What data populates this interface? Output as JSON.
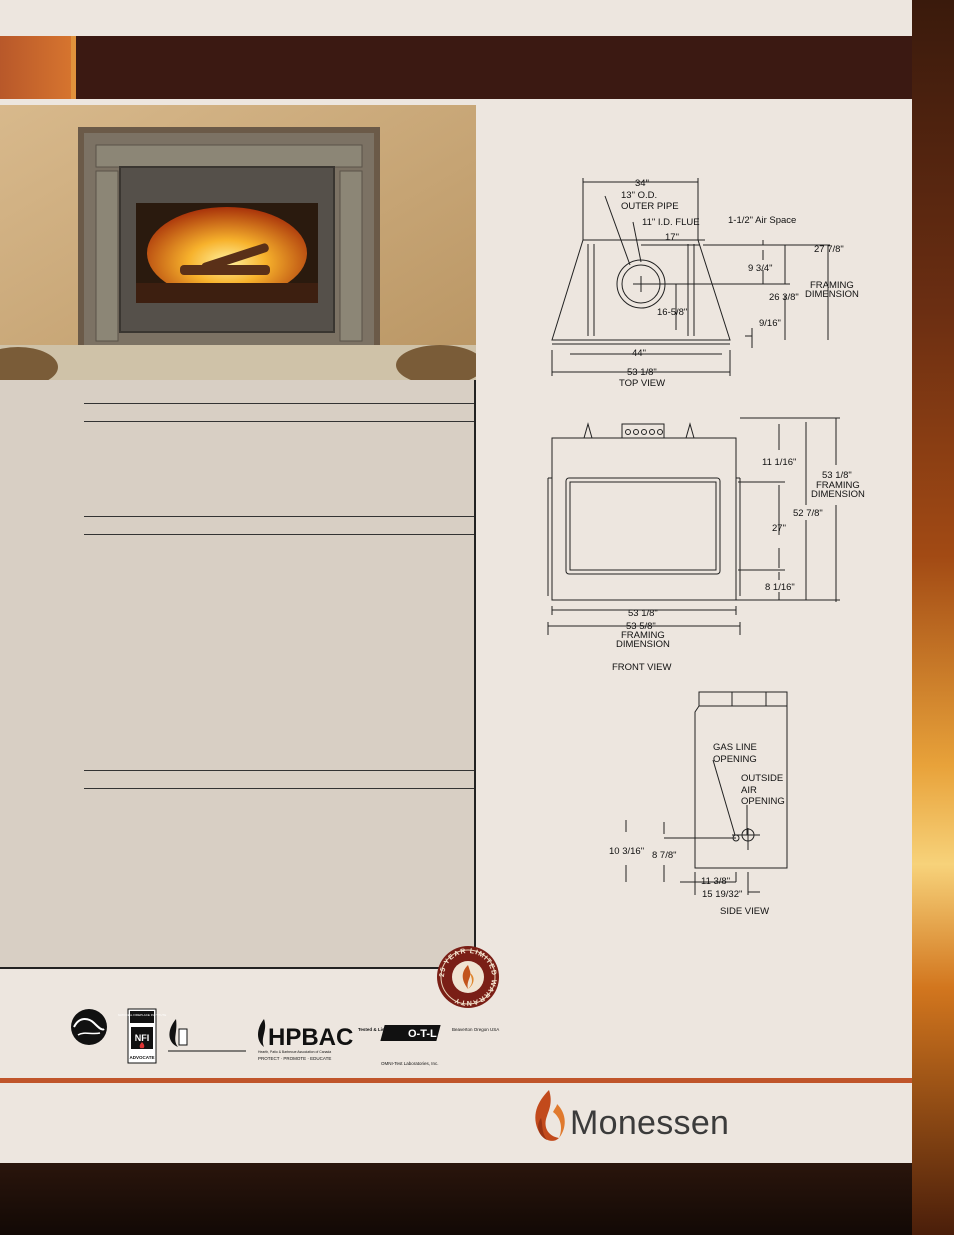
{
  "top_view": {
    "dim_34": "34\"",
    "outer_pipe": "13\" O.D.",
    "outer_pipe_2": "OUTER PIPE",
    "flue": "11\" I.D. FLUE",
    "dim_17": "17\"",
    "air_space": "1-1/2\" Air Space",
    "dim_9_3_4": "9 3/4\"",
    "dim_27_7_8": "27 7/8\"",
    "framing_1": "FRAMING",
    "dimension_1": "DIMENSION",
    "dim_26_3_8": "26 3/8\"",
    "dim_16_5_8": "16-5/8\"",
    "dim_9_16": "9/16\"",
    "dim_44": "44\"",
    "dim_53_1_8": "53 1/8\"",
    "label": "TOP VIEW"
  },
  "front_view": {
    "dim_11_1_16": "11 1/16\"",
    "dim_53_1_8_h": "53 1/8\"",
    "framing": "FRAMING",
    "dimension": "DIMENSION",
    "dim_52_7_8": "52 7/8\"",
    "dim_27": "27\"",
    "dim_8_1_16": "8 1/16\"",
    "dim_53_1_8_w": "53 1/8\"",
    "dim_53_5_8": "53 5/8\"",
    "framing_2": "FRAMING",
    "dimension_2": "DIMENSION",
    "label": "FRONT VIEW"
  },
  "side_view": {
    "gas_line_1": "GAS LINE",
    "gas_line_2": "OPENING",
    "outside_1": "OUTSIDE",
    "outside_2": "AIR",
    "outside_3": "OPENING",
    "dim_10_3_16": "10 3/16\"",
    "dim_8_7_8": "8 7/8\"",
    "dim_11_3_8": "11 3/8\"",
    "dim_15_19_32": "15 19/32\"",
    "label": "SIDE VIEW"
  },
  "brand": {
    "name": "Monessen"
  },
  "logos": {
    "nfi": "NATIONAL FIREPLACE INSTITUTE",
    "nfi_abbr": "NFI",
    "nfi_sub": "ADVOCATE",
    "hpbac": "HPBAC",
    "hpbac_sub": "Hearth, Patio & Barbecue Association of Canada",
    "hpbac_tag": "PROTECT · PROMOTE · EDUCATE",
    "otl_tested": "Tested & Listed By",
    "otl": "O-T-L",
    "otl_loc": "Beaverton Oregon USA",
    "otl_name": "OMNI-Test Laboratories, Inc."
  },
  "warranty": {
    "text": "25 YEAR LIMITED WARRANTY"
  },
  "colors": {
    "header": "#3b1912",
    "accent": "#d8762f",
    "panel": "#d8cfc4",
    "page": "#ede6df"
  }
}
